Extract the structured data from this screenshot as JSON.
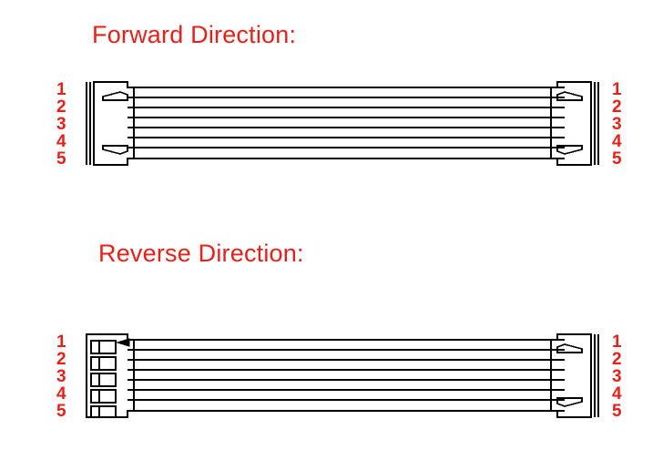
{
  "diagram": {
    "type": "cable-assembly-wiring-diagram",
    "background_color": "#ffffff",
    "line_color": "#000000",
    "accent_color": "#e8201a",
    "sections": [
      {
        "id": "forward",
        "title": "Forward Direction:",
        "left_connector": {
          "name": "connector-latch-view",
          "orientation": "latch-facing-up",
          "shows_contacts": false,
          "latch_count": 2
        },
        "right_connector": {
          "name": "connector-latch-view",
          "orientation": "latch-facing-up-mirrored",
          "shows_contacts": false,
          "latch_count": 2
        },
        "cable": {
          "conductor_lines": 8,
          "style": "flat-ribbon"
        },
        "left_pins": [
          "1",
          "2",
          "3",
          "4",
          "5"
        ],
        "right_pins": [
          "1",
          "2",
          "3",
          "4",
          "5"
        ],
        "has_direction_arrow": false
      },
      {
        "id": "reverse",
        "title": "Reverse Direction:",
        "left_connector": {
          "name": "connector-contact-view",
          "orientation": "flipped-back-view",
          "shows_contacts": true,
          "contact_slots": 5
        },
        "right_connector": {
          "name": "connector-latch-view",
          "orientation": "latch-facing-up-mirrored",
          "shows_contacts": false,
          "latch_count": 2
        },
        "cable": {
          "conductor_lines": 8,
          "style": "flat-ribbon"
        },
        "left_pins": [
          "1",
          "2",
          "3",
          "4",
          "5"
        ],
        "right_pins": [
          "1",
          "2",
          "3",
          "4",
          "5"
        ],
        "has_direction_arrow": true,
        "arrow_direction": "left"
      }
    ]
  }
}
